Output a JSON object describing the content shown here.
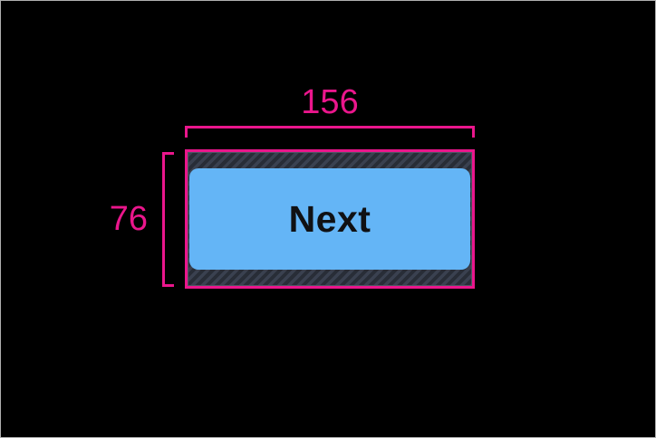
{
  "figure": {
    "description": "Touch target size diagram for a button",
    "button": {
      "label": "Next"
    },
    "measurements": {
      "width": "156",
      "height": "76"
    },
    "colors": {
      "annotation_pink": "#EA168C",
      "button_blue": "#64B5F6",
      "button_text": "#101114",
      "hatch_base": "#3A4150",
      "hatch_stripe": "#282D37",
      "hatch_outline": "#4E5664",
      "background": "#000000",
      "canvas_border": "#B0B0B0"
    }
  }
}
